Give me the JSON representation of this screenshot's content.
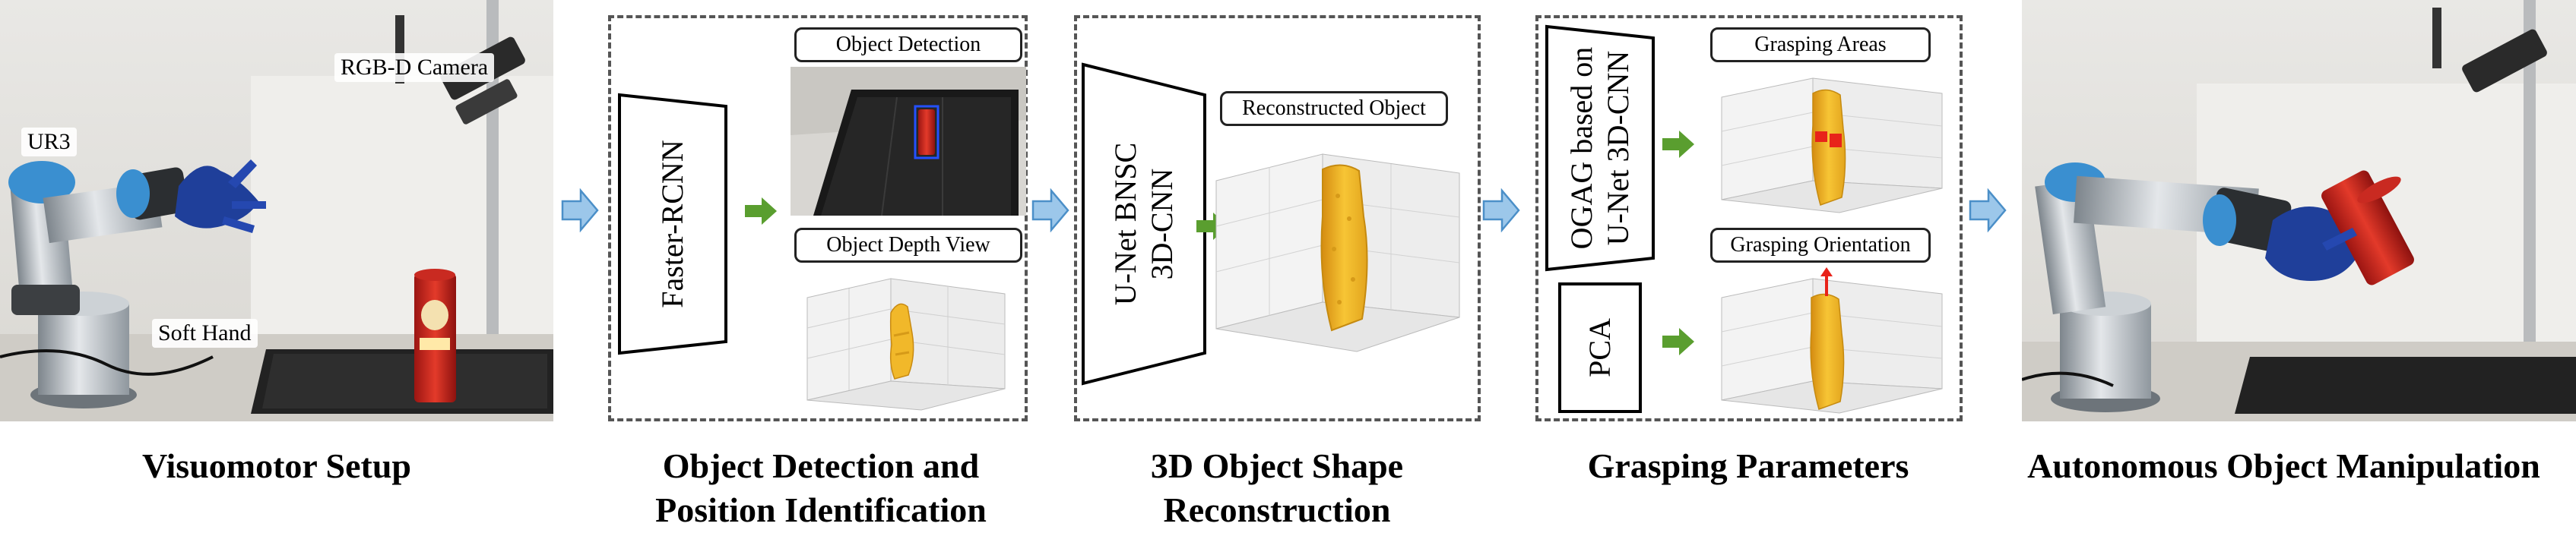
{
  "colors": {
    "blue_arrow": "#9cc7ea",
    "blue_arrow_edge": "#4b8fc8",
    "green_arrow": "#5a9e2f",
    "object_yellow": "#f1b82a",
    "grasp_red": "#e8231a",
    "box_border": "#555555"
  },
  "setup": {
    "title": "Visuomotor Setup",
    "labels": {
      "camera": "RGB-D Camera",
      "arm": "UR3",
      "hand": "Soft Hand"
    }
  },
  "detection": {
    "title_line1": "Object Detection and",
    "title_line2": "Position Identification",
    "network": "Faster-RCNN",
    "panel_top": "Object Detection",
    "panel_bottom": "Object Depth View"
  },
  "reconstruction": {
    "title_line1": "3D Object Shape",
    "title_line2": "Reconstruction",
    "network_line1": "U-Net BNSC",
    "network_line2": "3D-CNN",
    "panel": "Reconstructed Object"
  },
  "grasping": {
    "title": "Grasping Parameters",
    "network_line1": "OGAG based on",
    "network_line2": "U-Net 3D-CNN",
    "pca": "PCA",
    "panel_top": "Grasping Areas",
    "panel_bottom": "Grasping Orientation"
  },
  "manipulation": {
    "title": "Autonomous Object Manipulation"
  }
}
